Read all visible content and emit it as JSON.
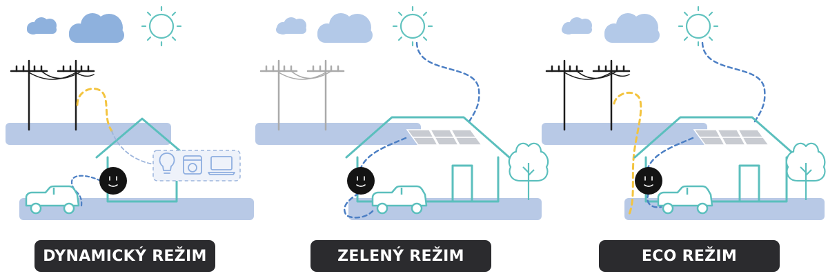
{
  "labels": {
    "dynamic": "DYNAMICKÝ REŽIM",
    "green": "ZELENÝ REŽIM",
    "eco": "ECO REŽIM"
  },
  "icons": {
    "panel1": [
      "lightbulb-icon",
      "washing-machine-icon",
      "laptop-icon"
    ],
    "device": "smiley-device-icon"
  },
  "colors": {
    "house": "#5bbfbd",
    "sun": "#62c3bf",
    "ground": "#b8c9e6",
    "cloud_dark": "#8eb1dd",
    "cloud_light": "#b3c9e8",
    "grid_line": "#1c1c1c",
    "grid_line_inactive": "#aaaaaa",
    "solar_flow": "#4c7fc4",
    "grid_flow": "#f3c440",
    "device": "#141414",
    "label_bg": "#2b2b2e"
  }
}
